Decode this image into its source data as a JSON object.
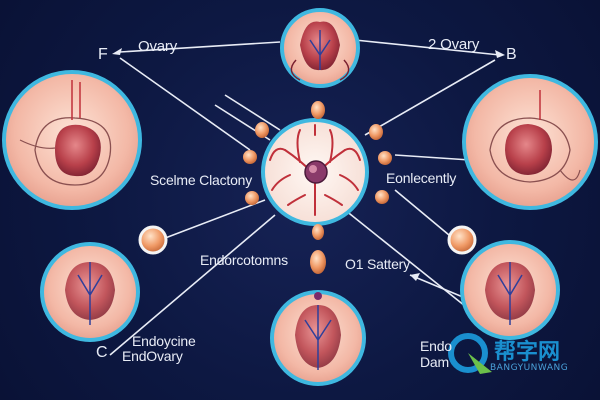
{
  "labels": {
    "top_left_letter": "F",
    "top_left_ovary": "Ovary",
    "top_right_ovary": "2 Ovary",
    "top_right_letter": "B",
    "center_left": "Scelme Clactony",
    "center_right": "Eonlecently",
    "lower_left": "Endorcotomns",
    "lower_right": "O1 Sattery",
    "bottom_left_letter": "C",
    "bottom_left_line1": "Endoycine",
    "bottom_left_line2": "EndOvary",
    "bottom_right_line1": "Endo",
    "bottom_right_line2": "Dam"
  },
  "watermark": {
    "cn_text": "帮字网",
    "latin_text": "BANGYUNWANG"
  },
  "colors": {
    "background": "#0d1842",
    "ring": "#3fb8e0",
    "tissue": "#f2b7a6",
    "organ": "#c04a52",
    "vein": "#2e3f9a",
    "node": "#f0a06e",
    "line": "#e8ecf6"
  }
}
